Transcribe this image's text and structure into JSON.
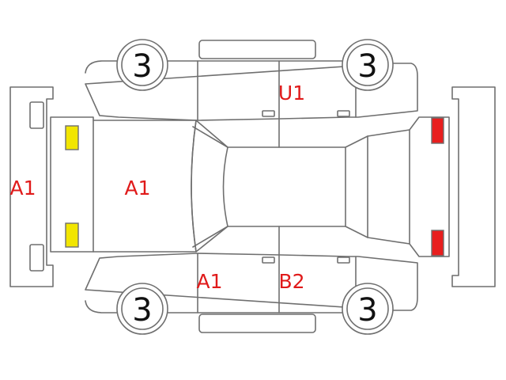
{
  "colors": {
    "outline": "#6f6f6f",
    "wheel_text": "#111111",
    "damage_code": "#e01a1a",
    "headlight": "#f2e600",
    "taillight": "#e81e1e"
  },
  "wheels": {
    "front_left": "3",
    "rear_left": "3",
    "front_right": "3",
    "rear_right": "3"
  },
  "codes": {
    "front_bumper": "A1",
    "hood": "A1",
    "rear_door_top": "U1",
    "front_door_bottom": "A1",
    "rear_door_bottom": "B2"
  }
}
